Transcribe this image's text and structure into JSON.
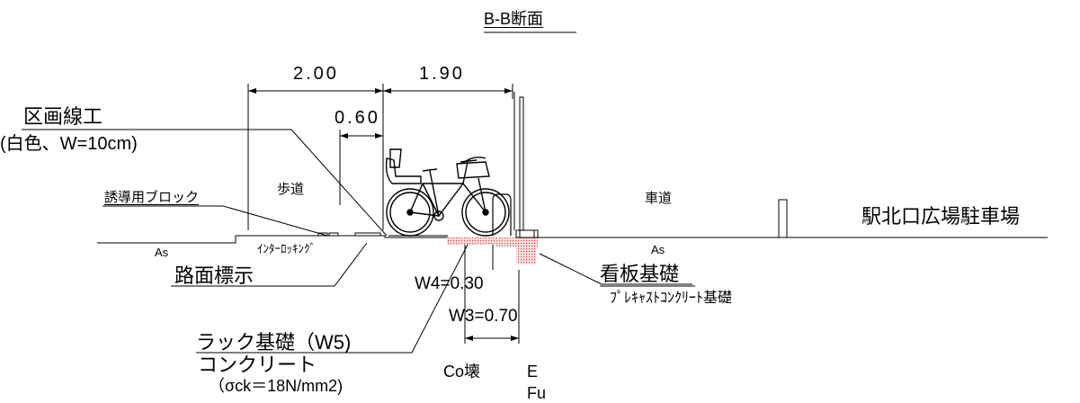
{
  "title": "B-B断面",
  "dimensions": {
    "width_left": "2.00",
    "width_right": "1.90",
    "width_inner": "0.60",
    "w4": "W4=0.30",
    "w3": "W3=0.70"
  },
  "labels": {
    "lane_marking": "区画線工",
    "lane_marking_spec": "(白色、W=10cm)",
    "guide_block": "誘導用ブロック",
    "sidewalk": "歩道",
    "roadway": "車道",
    "interlocking": "ｲﾝﾀｰﾛｯｷﾝｸﾞ",
    "asphalt_left": "As",
    "asphalt_right": "As",
    "road_marking": "路面標示",
    "rack_foundation": "ラック基礎（W5)",
    "concrete": "コンクリート",
    "concrete_strength": "（σck＝18N/mm2)",
    "co_demolition": "Co壊",
    "e_label": "E",
    "fu_label": "Fu",
    "sign_foundation": "看板基礎",
    "precast_foundation": "ﾌﾟﾚｷｬｽﾄｺﾝｸﾘｰﾄ基礎",
    "parking_name": "駅北口広場駐車場"
  },
  "colors": {
    "line": "#000000",
    "foundation_hatch": "#e33b3b",
    "foundation_fill": "#fbe3e3"
  }
}
